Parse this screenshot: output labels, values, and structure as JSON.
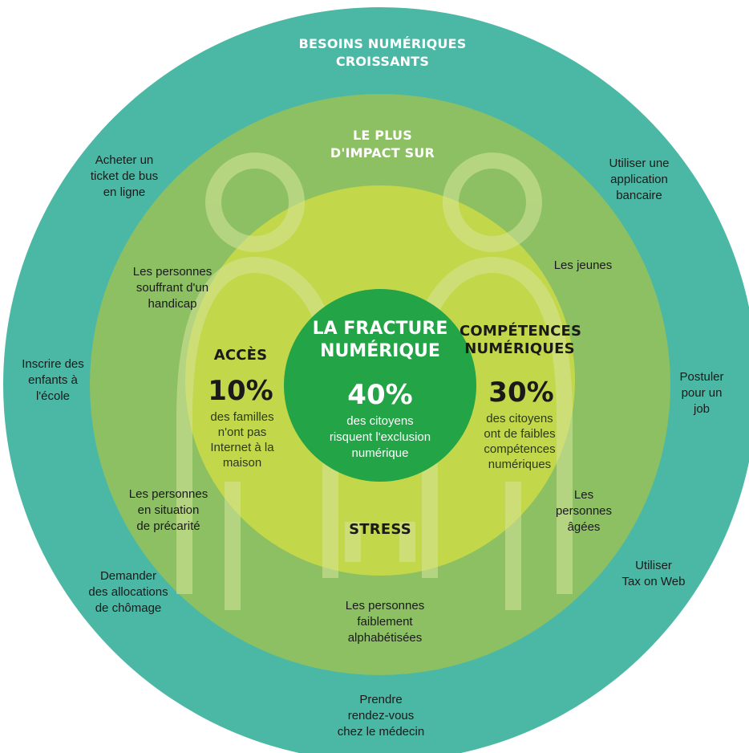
{
  "colors": {
    "outer_ring": "#4bb8a5",
    "middle_ring": "#8cc063",
    "inner_ring": "#c3d74a",
    "center": "#23a447",
    "silhouette": "#d7e59a"
  },
  "outer": {
    "title": "BESOINS NUMÉRIQUES\nCROISSANTS",
    "tasks": [
      "Acheter un\nticket de bus\nen ligne",
      "Utiliser une\napplication\nbancaire",
      "Inscrire des\nenfants à\nl'école",
      "Postuler\npour un\njob",
      "Demander\ndes allocations\nde chômage",
      "Utiliser\nTax on Web",
      "Prendre\nrendez-vous\nchez le médecin"
    ]
  },
  "middle": {
    "title": "LE PLUS\nD'IMPACT SUR",
    "groups": [
      "Les personnes\nsouffrant d'un\nhandicap",
      "Les jeunes",
      "Les personnes\nen situation\nde précarité",
      "Les\npersonnes\nâgées",
      "Les personnes\nfaiblement\nalphabétisées"
    ]
  },
  "inner": {
    "access": {
      "title": "ACCÈS",
      "pct": "10%",
      "desc": "des familles\nn'ont pas\nInternet à la\nmaison"
    },
    "skills": {
      "title": "COMPÉTENCES\nNUMÉRIQUES",
      "pct": "30%",
      "desc": "des citoyens\nont de faibles\ncompétences\nnumériques"
    },
    "stress": "STRESS"
  },
  "center": {
    "title": "LA FRACTURE\nNUMÉRIQUE",
    "pct": "40%",
    "desc": "des citoyens\nrisquent l'exclusion\nnumérique"
  }
}
